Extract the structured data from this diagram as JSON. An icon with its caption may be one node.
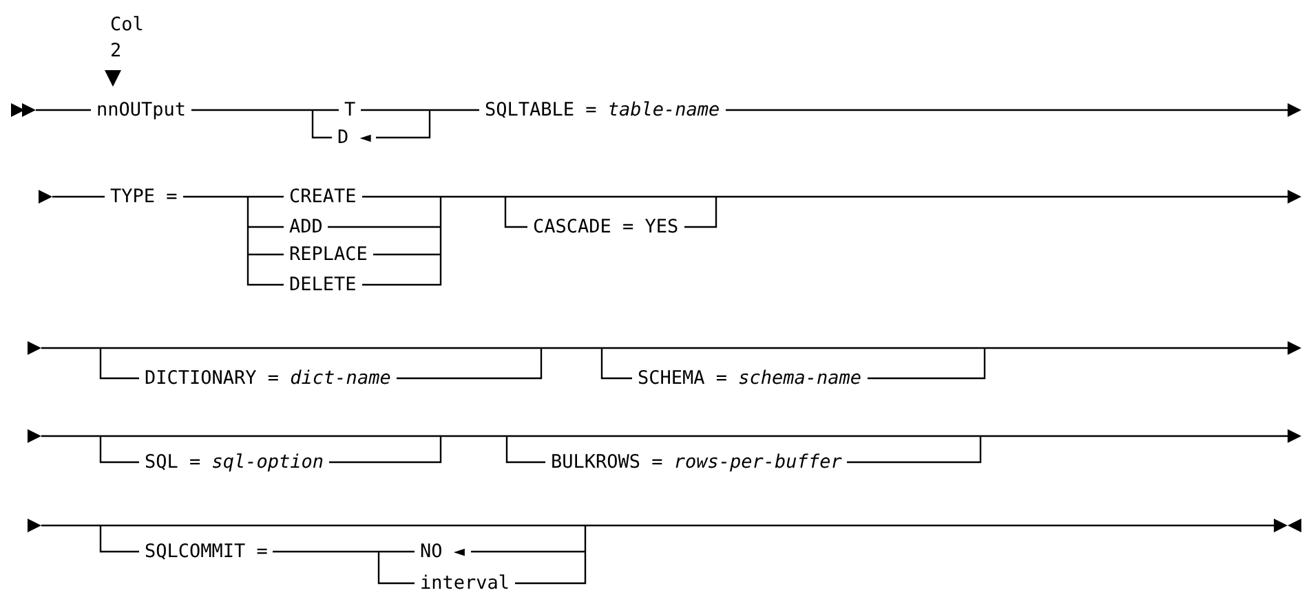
{
  "diagram": {
    "labels": [
      "Col",
      "2",
      "nnOUTput",
      "T",
      "SQLTABLE = *table-name*",
      "D ◄",
      "TYPE =",
      "CREATE",
      "ADD",
      "CASCADE = YES",
      "REPLACE",
      "DELETE",
      "DICTIONARY = *dict-name*",
      "SCHEMA = *schema-name*",
      "SQL = *sql-option*",
      "BULKROWS = *rows-per-buffer*",
      "SQLCOMMIT =",
      "NO ◄",
      "interval"
    ]
  }
}
